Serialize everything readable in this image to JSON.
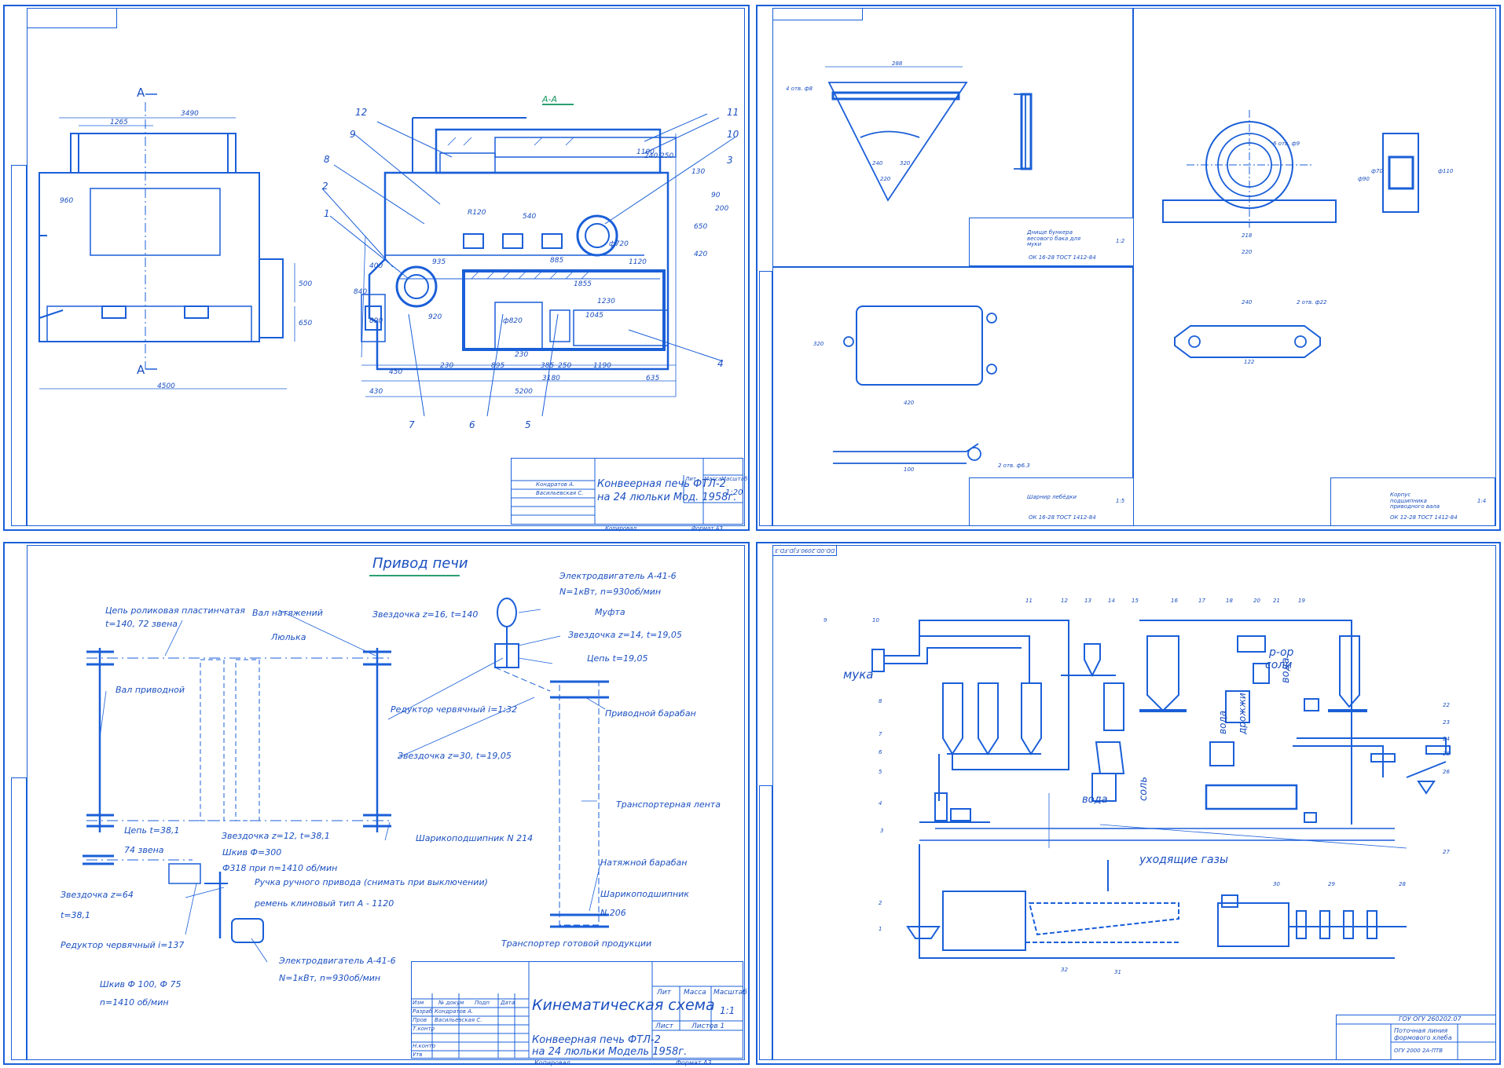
{
  "sheet1": {
    "section_label": "A-A",
    "section_mark": "A",
    "dims_left": [
      "3490",
      "1265",
      "960",
      "500",
      "650",
      "4500"
    ],
    "dims_right": [
      "5200",
      "3180",
      "1190",
      "635",
      "450",
      "430",
      "230",
      "895",
      "385",
      "250",
      "540",
      "1100",
      "885",
      "840",
      "890",
      "920",
      "935",
      "400",
      "200",
      "650",
      "420",
      "130",
      "90",
      "240",
      "250",
      "1855",
      "1045",
      "1230",
      "1120",
      "ф820",
      "ф720",
      "R120",
      "230"
    ],
    "callouts": [
      "1",
      "2",
      "3",
      "4",
      "5",
      "6",
      "7",
      "8",
      "9",
      "10",
      "11",
      "12"
    ],
    "title_block": {
      "name_line1": "Конвеерная печь ФТЛ-2",
      "name_line2": "на 24 люльки Мод. 1958г.",
      "scale": "1:20",
      "scale_header": "Масштаб",
      "mass_header": "Масса",
      "lit_header": "Лит",
      "developer": "Кондратов А.",
      "checker": "Васильевская С.",
      "copied": "Копировал",
      "format": "Формат А3"
    }
  },
  "sheet2": {
    "dims_top_left": [
      "288",
      "4 отв. ф8",
      "240",
      "320",
      "220"
    ],
    "title_block_top": {
      "name": "Днище бункера весового бака для муки",
      "code": "ОК 16-28 ТОСТ 1412-84",
      "scale": "1:2"
    },
    "title_block_bottom": {
      "name": "Шарнир лебёдки",
      "code": "ОК 16-28 ТОСТ 1412-84",
      "scale": "1:5"
    },
    "title_block_right": {
      "name": "Корпус подшипника приводного вала",
      "code": "ОК 12-28 ТОСТ 1412-84",
      "scale": "1:4"
    },
    "dims_mid": [
      "420",
      "320",
      "100",
      "2 отв. ф6.3"
    ],
    "dims_right": [
      "6 отв. ф9",
      "218",
      "220",
      "2 отв. ф22",
      "240",
      "122",
      "ф70",
      "ф90",
      "ф110"
    ]
  },
  "sheet3": {
    "title": "Привод печи",
    "labels": [
      "Цепь роликовая пластинчатая",
      "t=140, 72 звена",
      "Вал натяжений",
      "Звездочка z=16, t=140",
      "Люлька",
      "Вал приводной",
      "Редуктор червячный i=1:32",
      "Звездочка z=30, t=19,05",
      "Цепь t=38,1",
      "74 звена",
      "Звездочка z=12, t=38,1",
      "Шарикоподшипник N 214",
      "Звездочка z=64",
      "t=38,1",
      "Шкив Ф=300",
      "Ф318 при n=1410 об/мин",
      "Ручка ручного привода (снимать при выключении)",
      "ремень клиновый тип А - 1120",
      "Редуктор червячный i=137",
      "Электродвигатель А-41-6",
      "N=1кВт, n=930об/мин",
      "Шкив Ф 100, Ф 75",
      "n=1410 об/мин",
      "Электродвигатель А-41-6",
      "N=1кВт, n=930об/мин",
      "Муфта",
      "Звездочка z=14, t=19,05",
      "Цепь t=19,05",
      "Приводной барабан",
      "Транспортерная лента",
      "Натяжной барабан",
      "Шарикоподшипник",
      "N 206",
      "Транспортер готовой продукции"
    ],
    "title_block": {
      "name": "Кинематическая схема",
      "sub1": "Конвеерная печь ФТЛ-2",
      "sub2": "на 24 люльки Модель 1958г.",
      "scale": "1:1",
      "sheet": "Листов 1",
      "lit": "Лит",
      "mass": "Масса",
      "masht": "Масштаб",
      "razrab": "Разраб",
      "prov": "Пров",
      "tkontr": "Т.контр",
      "nkontr": "Н.контр",
      "utv": "Утв",
      "dev_name": "Кондратов А.",
      "chk_name": "Васильевская С.",
      "izm": "Изм",
      "list": "Лист",
      "ndoc": "№ докум",
      "podp": "Подп",
      "data": "Дата",
      "copied": "Копировал",
      "format": "Формат   А3"
    }
  },
  "sheet4": {
    "header_code": "DD.0D.2090.F.JD.FD.3",
    "labels": {
      "flour": "мука",
      "r_or_salt_1": "р-ор",
      "r_or_salt_2": "соли",
      "water_top": "вода",
      "yeast": "дрожжи",
      "water_mid": "вода",
      "water_bottom": "вода",
      "salt": "соль",
      "exhaust": "уходящие газы"
    },
    "callouts": [
      "1",
      "2",
      "3",
      "4",
      "5",
      "6",
      "7",
      "8",
      "9",
      "10",
      "11",
      "12",
      "13",
      "14",
      "15",
      "16",
      "17",
      "18",
      "19",
      "20",
      "21",
      "22",
      "23",
      "24",
      "25",
      "26",
      "27",
      "28",
      "29",
      "30",
      "31",
      "32"
    ],
    "title_block": {
      "code": "ГОУ ОГУ 260202.07",
      "name_line1": "Поточная линия",
      "name_line2": "формового хлеба",
      "sub": "ОГУ 2000 2А-ПТВ"
    }
  }
}
